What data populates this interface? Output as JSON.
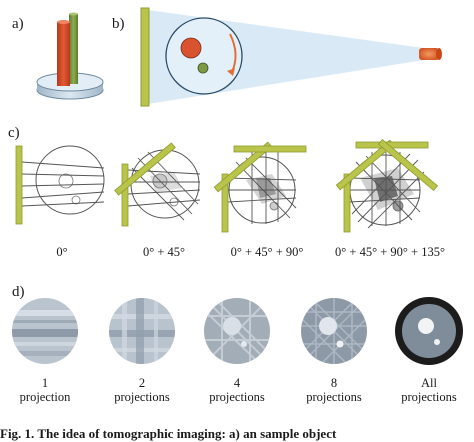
{
  "panel_labels": {
    "a": "a)",
    "b": "b)",
    "c": "c)",
    "d": "d)"
  },
  "angles": [
    "0°",
    "0° + 45°",
    "0° + 45° + 90°",
    "0° + 45° + 90° + 135°"
  ],
  "reconstructions": [
    {
      "count": "1",
      "unit": "projection"
    },
    {
      "count": "2",
      "unit": "projections"
    },
    {
      "count": "4",
      "unit": "projections"
    },
    {
      "count": "8",
      "unit": "projections"
    },
    {
      "count": "All",
      "unit": "projections"
    }
  ],
  "caption": "Fig. 1. The idea of tomographic imaging: a) an sample object",
  "colors": {
    "detector": "#b9c44a",
    "red_cylinder": "#d9532f",
    "green_cylinder": "#7f9a45",
    "beam": "#d9eaf6",
    "source": "#e06a30",
    "rotation_arrow": "#e0703a"
  }
}
